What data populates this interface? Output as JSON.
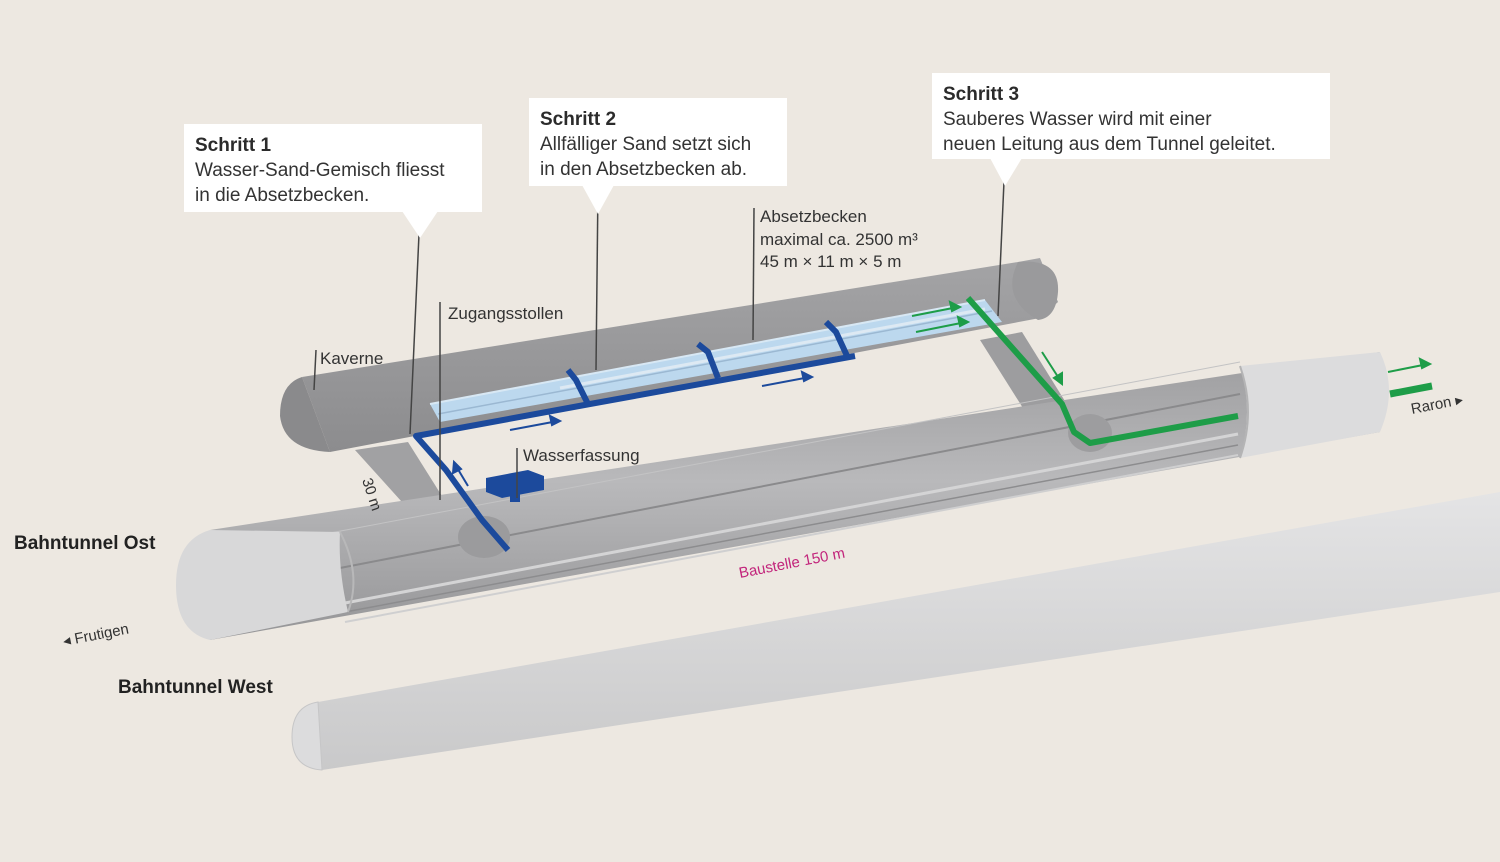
{
  "callouts": {
    "step1": {
      "title": "Schritt 1",
      "lines": [
        "Wasser-Sand-Gemisch fliesst",
        "in die Absetzbecken."
      ]
    },
    "step2": {
      "title": "Schritt 2",
      "lines": [
        "Allfälliger Sand setzt sich",
        "in den Absetzbecken ab."
      ]
    },
    "step3": {
      "title": "Schritt 3",
      "lines": [
        "Sauberes Wasser wird mit einer",
        "neuen Leitung aus dem Tunnel geleitet."
      ]
    }
  },
  "labels": {
    "basin": [
      "Absetzbecken",
      "maximal ca. 2500 m³",
      "45 m × 11 m × 5 m"
    ],
    "access_gallery": "Zugangsstollen",
    "cavern": "Kaverne",
    "water_intake": "Wasserfassung",
    "length_30m": "30 m",
    "tunnel_east": "Bahntunnel Ost",
    "tunnel_west": "Bahntunnel West",
    "construction_site": "Baustelle 150 m",
    "direction_frutigen": "◂ Frutigen",
    "direction_raron": "Raron ▸"
  },
  "colors": {
    "background": "#ede8e1",
    "tunnel_gray": "#a9a9ab",
    "tunnel_light": "#d9d9da",
    "water_blue": "#1c4a9c",
    "basin_water": "#bcd8ee",
    "clean_green": "#1e9d48",
    "site_magenta": "#c2247b"
  }
}
